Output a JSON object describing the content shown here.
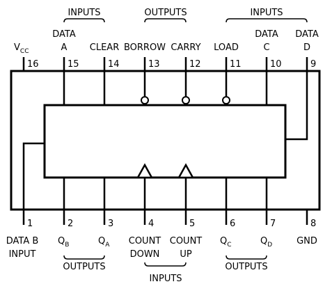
{
  "top_groups": {
    "inputs_left": "INPUTS",
    "outputs_mid": "OUTPUTS",
    "inputs_right": "INPUTS"
  },
  "bottom_groups": {
    "outputs_left": "OUTPUTS",
    "inputs_mid": "INPUTS",
    "outputs_right": "OUTPUTS"
  },
  "top_pins": [
    {
      "number": "16",
      "label_main": "V",
      "label_sub": "CC"
    },
    {
      "number": "15",
      "label_line1": "DATA",
      "label_line2": "A"
    },
    {
      "number": "14",
      "label": "CLEAR"
    },
    {
      "number": "13",
      "label": "BORROW"
    },
    {
      "number": "12",
      "label": "CARRY"
    },
    {
      "number": "11",
      "label": "LOAD"
    },
    {
      "number": "10",
      "label_line1": "DATA",
      "label_line2": "C"
    },
    {
      "number": "9",
      "label_line1": "DATA",
      "label_line2": "D"
    }
  ],
  "bottom_pins": [
    {
      "number": "1",
      "label_line1": "DATA B",
      "label_line2": "INPUT"
    },
    {
      "number": "2",
      "label_main": "Q",
      "label_sub": "B"
    },
    {
      "number": "3",
      "label_main": "Q",
      "label_sub": "A"
    },
    {
      "number": "4",
      "label_line1": "COUNT",
      "label_line2": "DOWN"
    },
    {
      "number": "5",
      "label_line1": "COUNT",
      "label_line2": "UP"
    },
    {
      "number": "6",
      "label_main": "Q",
      "label_sub": "C"
    },
    {
      "number": "7",
      "label_main": "Q",
      "label_sub": "D"
    },
    {
      "number": "8",
      "label": "GND"
    }
  ]
}
